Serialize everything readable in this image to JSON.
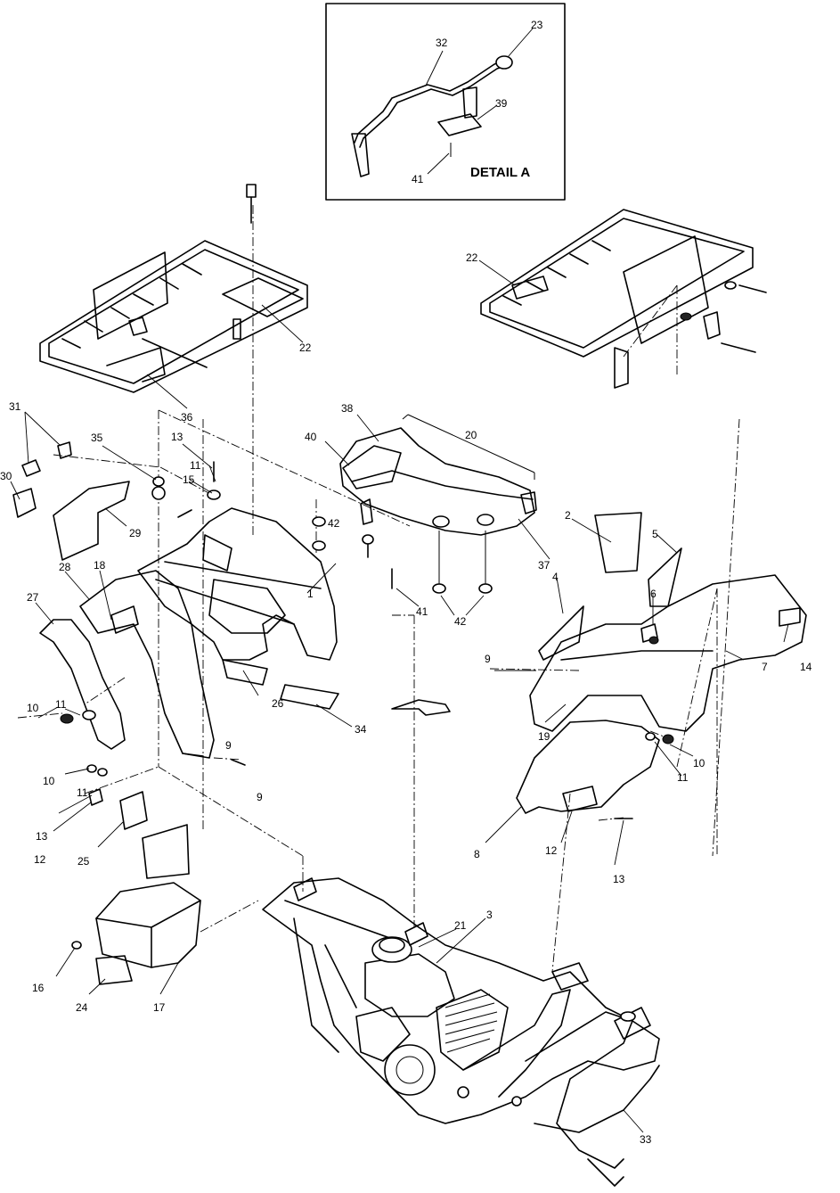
{
  "detail": {
    "title": "DETAIL A",
    "callouts": [
      "32",
      "23",
      "39",
      "41"
    ]
  },
  "callouts": [
    {
      "id": "c22a",
      "text": "22"
    },
    {
      "id": "c36",
      "text": "36"
    },
    {
      "id": "c22b",
      "text": "22"
    },
    {
      "id": "c31",
      "text": "31"
    },
    {
      "id": "c35",
      "text": "35"
    },
    {
      "id": "c30",
      "text": "30"
    },
    {
      "id": "c29",
      "text": "29"
    },
    {
      "id": "c13a",
      "text": "13"
    },
    {
      "id": "c11a",
      "text": "11"
    },
    {
      "id": "c15",
      "text": "15"
    },
    {
      "id": "c38",
      "text": "38"
    },
    {
      "id": "c20",
      "text": "20"
    },
    {
      "id": "c40",
      "text": "40"
    },
    {
      "id": "c42a",
      "text": "42"
    },
    {
      "id": "c37",
      "text": "37"
    },
    {
      "id": "c41",
      "text": "41"
    },
    {
      "id": "c42b",
      "text": "42"
    },
    {
      "id": "c2",
      "text": "2"
    },
    {
      "id": "c5",
      "text": "5"
    },
    {
      "id": "c6",
      "text": "6"
    },
    {
      "id": "c4",
      "text": "4"
    },
    {
      "id": "c9a",
      "text": "9"
    },
    {
      "id": "c7",
      "text": "7"
    },
    {
      "id": "c14",
      "text": "14"
    },
    {
      "id": "c28",
      "text": "28"
    },
    {
      "id": "c18",
      "text": "18"
    },
    {
      "id": "c1",
      "text": "1"
    },
    {
      "id": "c27",
      "text": "27"
    },
    {
      "id": "c26",
      "text": "26"
    },
    {
      "id": "c34",
      "text": "34"
    },
    {
      "id": "c19",
      "text": "19"
    },
    {
      "id": "c10a",
      "text": "10"
    },
    {
      "id": "c11b",
      "text": "11"
    },
    {
      "id": "c9b",
      "text": "9"
    },
    {
      "id": "c9c",
      "text": "9"
    },
    {
      "id": "c10b",
      "text": "10"
    },
    {
      "id": "c11c",
      "text": "11"
    },
    {
      "id": "c10c",
      "text": "10"
    },
    {
      "id": "c11d",
      "text": "11"
    },
    {
      "id": "c13b",
      "text": "13"
    },
    {
      "id": "c12a",
      "text": "12"
    },
    {
      "id": "c25",
      "text": "25"
    },
    {
      "id": "c8",
      "text": "8"
    },
    {
      "id": "c12b",
      "text": "12"
    },
    {
      "id": "c13c",
      "text": "13"
    },
    {
      "id": "c21",
      "text": "21"
    },
    {
      "id": "c3",
      "text": "3"
    },
    {
      "id": "c16",
      "text": "16"
    },
    {
      "id": "c24",
      "text": "24"
    },
    {
      "id": "c17",
      "text": "17"
    },
    {
      "id": "c33",
      "text": "33"
    }
  ]
}
